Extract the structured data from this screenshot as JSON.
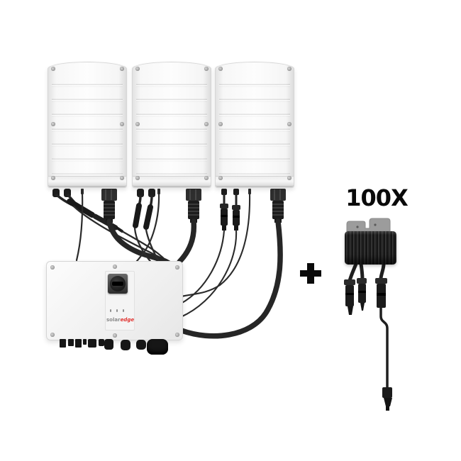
{
  "image": {
    "background_color": "#ffffff"
  },
  "annotation": {
    "quantity_label": "100X",
    "plus_sign": "+"
  },
  "brand": {
    "logo_text_solar": "solar",
    "logo_text_edge": "edge",
    "logo_gray": "#8a8a8a",
    "logo_red": "#e0312e"
  },
  "colors": {
    "device_shell_white": "#f5f5f5",
    "cable_black": "#262626",
    "bracket_gray": "#9c9c9c",
    "label_text": "#0a0a0a"
  },
  "counts": {
    "secondary_inverter_units": 3,
    "main_unit_status_leds": 3,
    "optimizer_multiplier": 100
  }
}
